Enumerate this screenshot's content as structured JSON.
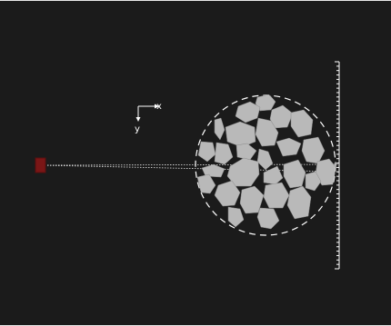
{
  "colors": {
    "background": "#1b1b1b",
    "source": "#7a1616",
    "particle_fill": "#b9b9b9",
    "line": "#ffffff"
  },
  "top_mark": "'",
  "axes": {
    "x_label": "x",
    "y_label": "y"
  },
  "detector": {
    "tick_count": 48
  }
}
